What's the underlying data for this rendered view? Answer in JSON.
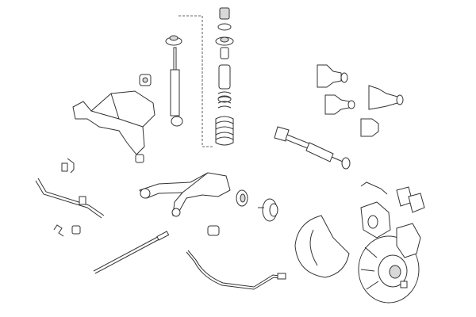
{
  "diagram": {
    "kind": "exploded-parts-view",
    "colors": {
      "background": "#ffffff",
      "line": "#333333",
      "shade": "#d8d8d8"
    },
    "parts": [
      "shock-absorber",
      "top-mount",
      "spring-stack",
      "subframe",
      "bushing",
      "cv-boot-kit",
      "drive-shaft",
      "stabilizer-bar",
      "control-arm",
      "wheel-bearing",
      "wheel-hub",
      "brake-shield",
      "brake-disc",
      "brake-caliper",
      "brake-pads",
      "caliper-bracket",
      "handbrake-cable",
      "abs-sensor",
      "wear-sensor"
    ]
  }
}
